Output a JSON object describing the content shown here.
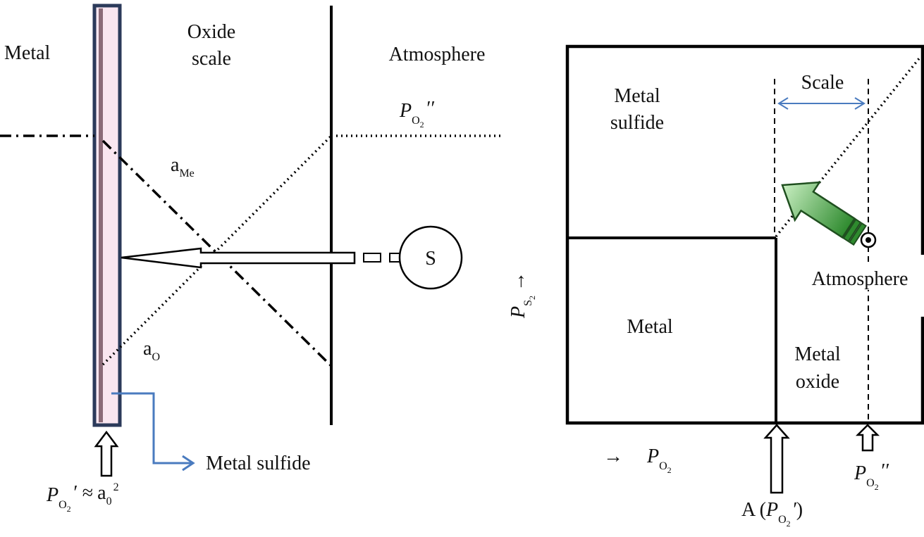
{
  "left": {
    "metal_label": "Metal",
    "oxide_label_line1": "Oxide",
    "oxide_label_line2": "scale",
    "atmosphere_label": "Atmosphere",
    "po2_dd": {
      "sym": "P",
      "sub": "O",
      "subsub": "2",
      "primes": "′′"
    },
    "ame": {
      "a": "a",
      "sub": "Me"
    },
    "ao": {
      "a": "a",
      "sub": "O"
    },
    "source_label": "S",
    "metal_sulfide_label": "Metal sulfide",
    "po2_prime": {
      "sym": "P",
      "sub": "O",
      "subsub": "2",
      "prime": "′",
      "approx": "≈",
      "a": "a",
      "asub": "0",
      "asup": "2"
    },
    "colors": {
      "metal_bar_border": "#2b3a5a",
      "metal_bar_fill": "#f9e6f0",
      "metal_bar_strip": "#8b6b78",
      "pointer": "#4a7bbf"
    }
  },
  "right": {
    "metal_sulfide_line1": "Metal",
    "metal_sulfide_line2": "sulfide",
    "scale_label": "Scale",
    "metal_label": "Metal",
    "metal_oxide_line1": "Metal",
    "metal_oxide_line2": "oxide",
    "atmosphere_label": "Atmosphere",
    "ps2": {
      "sym": "P",
      "sub": "S",
      "subsub": "2",
      "arrow": "→"
    },
    "po2_axis": {
      "arrow": "→",
      "sym": "P",
      "sub": "O",
      "subsub": "2"
    },
    "a_label": {
      "a": "A (",
      "sym": "P",
      "sub": "O",
      "subsub": "2",
      "prime": "′",
      "close": ")"
    },
    "po2_dd": {
      "sym": "P",
      "sub": "O",
      "subsub": "2",
      "primes": "′′"
    },
    "colors": {
      "scale_arrow": "#4a7bbf",
      "green_dark": "#2e6b2e",
      "green_light": "#c9efc2"
    }
  }
}
